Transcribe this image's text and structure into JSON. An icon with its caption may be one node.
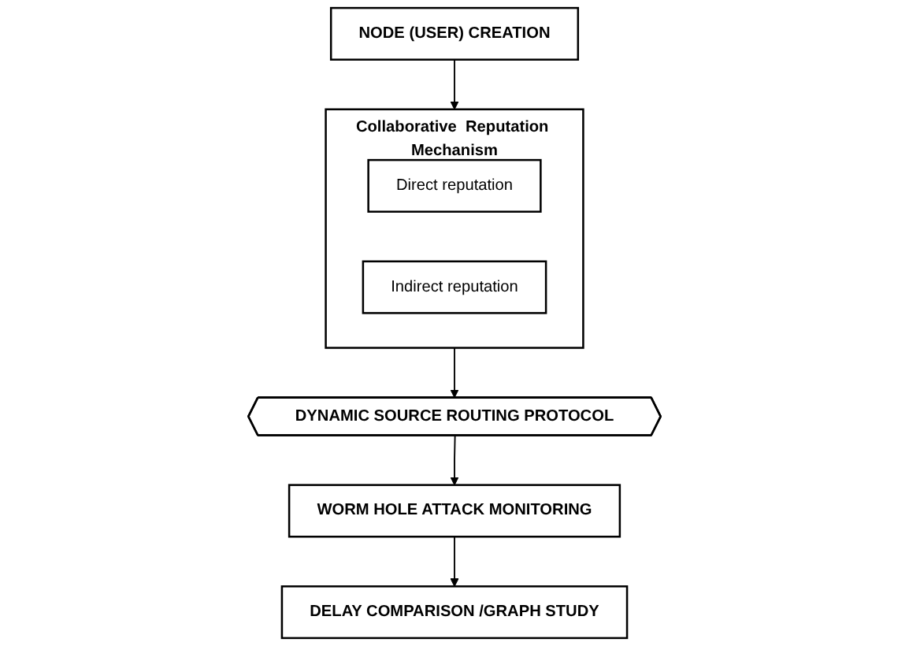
{
  "diagram": {
    "nodes": [
      {
        "text": [
          "NODE (USER) CREATION"
        ]
      },
      {
        "text": [
          "Collaborative  Reputation Mechanism"
        ]
      },
      {
        "text": [
          "Direct reputation"
        ],
        "in": 1
      },
      {
        "text": [
          "Indirect reputation"
        ],
        "in": 1
      },
      {
        "text": [
          "DYNAMIC SOURCE ROUTING PROTOCOL"
        ]
      },
      {
        "text": [
          "WORM HOLE ATTACK MONITORING"
        ]
      },
      {
        "text": [
          "DELAY COMPARISON /GRAPH STUDY"
        ]
      }
    ],
    "edges": [
      {
        "from": 0,
        "to": 1,
        "arrow": "to"
      },
      {
        "from": 1,
        "to": 4,
        "arrow": "to"
      },
      {
        "from": 4,
        "to": 5,
        "arrow": "to"
      },
      {
        "from": 5,
        "to": 6,
        "arrow": "to"
      }
    ]
  }
}
